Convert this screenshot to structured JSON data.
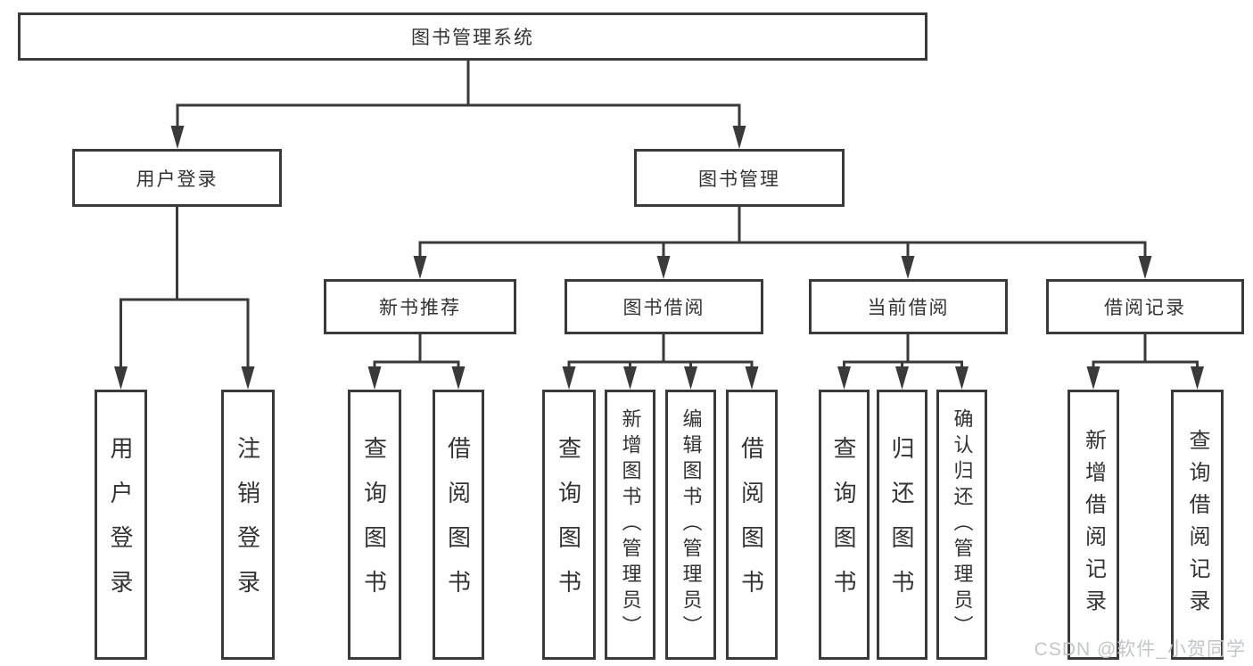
{
  "tree": {
    "root": {
      "label": "图书管理系统"
    },
    "branches": [
      {
        "label": "用户登录",
        "children": [
          {
            "label": "用户登录"
          },
          {
            "label": "注销登录"
          }
        ]
      },
      {
        "label": "图书管理",
        "children": [
          {
            "label": "新书推荐",
            "children": [
              {
                "label": "查询图书"
              },
              {
                "label": "借阅图书"
              }
            ]
          },
          {
            "label": "图书借阅",
            "children": [
              {
                "label": "查询图书"
              },
              {
                "label": "新增图书（管理员）"
              },
              {
                "label": "编辑图书（管理员）"
              },
              {
                "label": "借阅图书"
              }
            ]
          },
          {
            "label": "当前借阅",
            "children": [
              {
                "label": "查询图书"
              },
              {
                "label": "归还图书"
              },
              {
                "label": "确认归还（管理员）"
              }
            ]
          },
          {
            "label": "借阅记录",
            "children": [
              {
                "label": "新增借阅记录"
              },
              {
                "label": "查询借阅记录"
              }
            ]
          }
        ]
      }
    ]
  },
  "watermark": {
    "text": "CSDN @软件_小贺同学"
  },
  "colors": {
    "line": "#3a3a3a",
    "box_border": "#3a3a3a",
    "box_background": "#ffffff",
    "text": "#333333",
    "watermark": "#c3c6c9",
    "background": "#ffffff"
  }
}
